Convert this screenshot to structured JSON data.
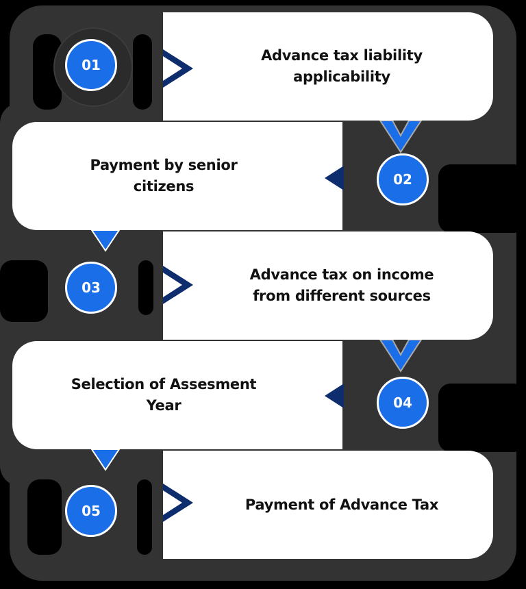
{
  "diagram": {
    "type": "process-flow",
    "accent_color": "#1a6ee8",
    "arrow_color": "#0d2d6e",
    "frame_color": "#333333",
    "background": "#000000",
    "steps": [
      {
        "number": "01",
        "label": "Advance tax liability applicability",
        "side": "right"
      },
      {
        "number": "02",
        "label": "Payment by senior citizens",
        "side": "left"
      },
      {
        "number": "03",
        "label": "Advance tax on income from different sources",
        "side": "right"
      },
      {
        "number": "04",
        "label": "Selection of Assesment Year",
        "side": "left"
      },
      {
        "number": "05",
        "label": "Payment of Advance Tax",
        "side": "right"
      }
    ]
  }
}
